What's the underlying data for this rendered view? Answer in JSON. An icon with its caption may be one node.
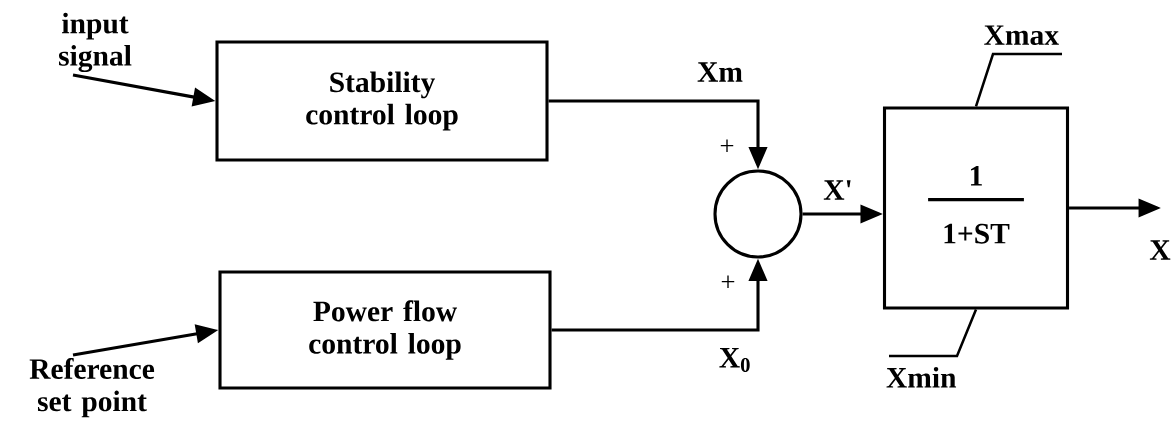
{
  "diagram": {
    "nodes": [
      {
        "text": [
          "input signal"
        ]
      },
      {
        "text": [
          "Stability control loop"
        ]
      },
      {
        "text": [
          "Reference set point"
        ]
      },
      {
        "text": [
          "Power flow control loop"
        ]
      },
      {
        "text": [],
        "shape": "circle"
      },
      {
        "text": [
          "1",
          "1+ST"
        ]
      },
      {
        "text": [
          "Xmax"
        ]
      },
      {
        "text": [
          "Xmin"
        ]
      }
    ],
    "edges": [
      {
        "from": 0,
        "to": 1,
        "arrow": "to"
      },
      {
        "from": 2,
        "to": 3,
        "arrow": "to"
      },
      {
        "from": 1,
        "to": 4,
        "arrow": "to",
        "label": "Xm"
      },
      {
        "from": 3,
        "to": 4,
        "arrow": "to",
        "label": "X$_{0}$"
      },
      {
        "from": 4,
        "to": 5,
        "arrow": "to",
        "label": "X'"
      },
      {
        "from": 5,
        "to": null,
        "arrow": "to",
        "label": "X"
      },
      {
        "from": 6,
        "to": 5,
        "arrow": "none"
      },
      {
        "from": 7,
        "to": 5,
        "arrow": "none"
      }
    ],
    "labels": [
      "+",
      "+"
    ]
  }
}
